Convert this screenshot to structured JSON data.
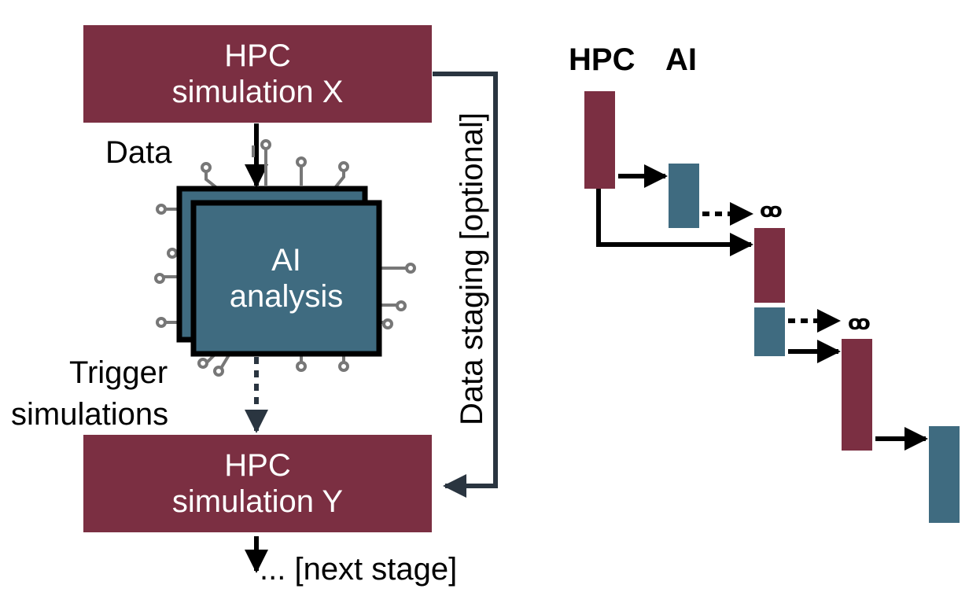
{
  "colors": {
    "hpc": "#7b2f42",
    "ai": "#3f6b80",
    "arrow": "#000000",
    "staging_line": "#2a3540",
    "circuit": "#777777",
    "background": "#ffffff"
  },
  "workflow": {
    "hpc_top": {
      "line1": "HPC",
      "line2": "simulation X"
    },
    "ai_box": {
      "line1": "AI",
      "line2": "analysis"
    },
    "hpc_bottom": {
      "line1": "HPC",
      "line2": "simulation Y"
    },
    "data_label": "Data",
    "trigger_label": {
      "line1": "Trigger",
      "line2": "simulations"
    },
    "staging_label": "Data staging [optional]",
    "next_stage_label": "... [next stage]"
  },
  "timeline": {
    "headers": {
      "hpc": "HPC",
      "ai": "AI"
    },
    "sequence": [
      "hpc",
      "ai",
      "hpc",
      "ai",
      "hpc",
      "ai"
    ],
    "trigger_symbol": "ꝏ"
  }
}
